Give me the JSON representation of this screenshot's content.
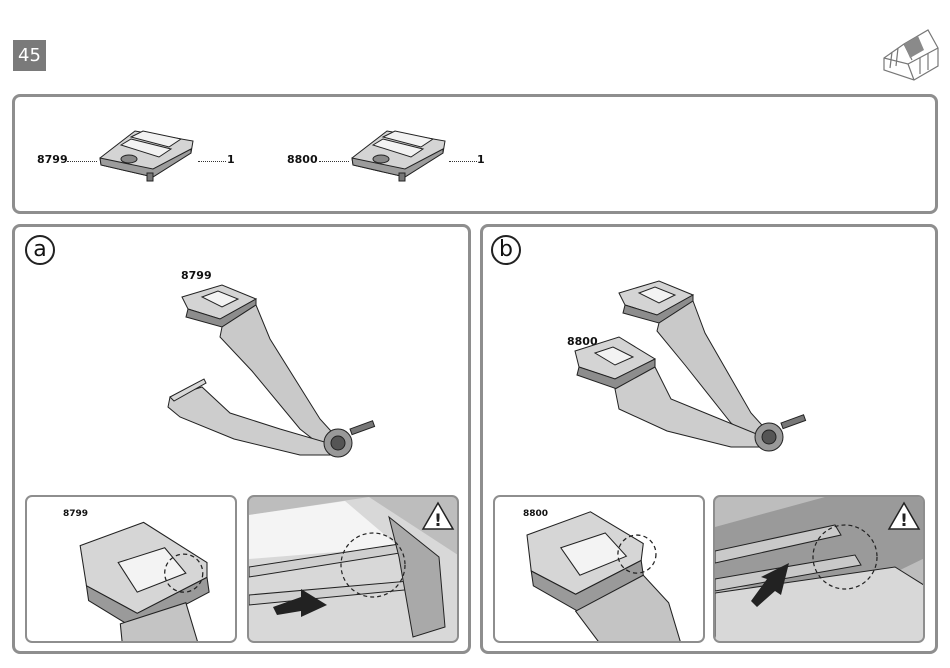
{
  "page": {
    "number": "45",
    "icon": "greenhouse-icon"
  },
  "parts": [
    {
      "code": "8799",
      "qty": "1"
    },
    {
      "code": "8800",
      "qty": "1"
    }
  ],
  "steps": {
    "a": {
      "letter": "a",
      "main_label": "8799",
      "detail_label": "8799",
      "warning_icon": "warning-icon"
    },
    "b": {
      "letter": "b",
      "main_label": "8800",
      "detail_label": "8800",
      "warning_icon": "warning-icon"
    }
  }
}
